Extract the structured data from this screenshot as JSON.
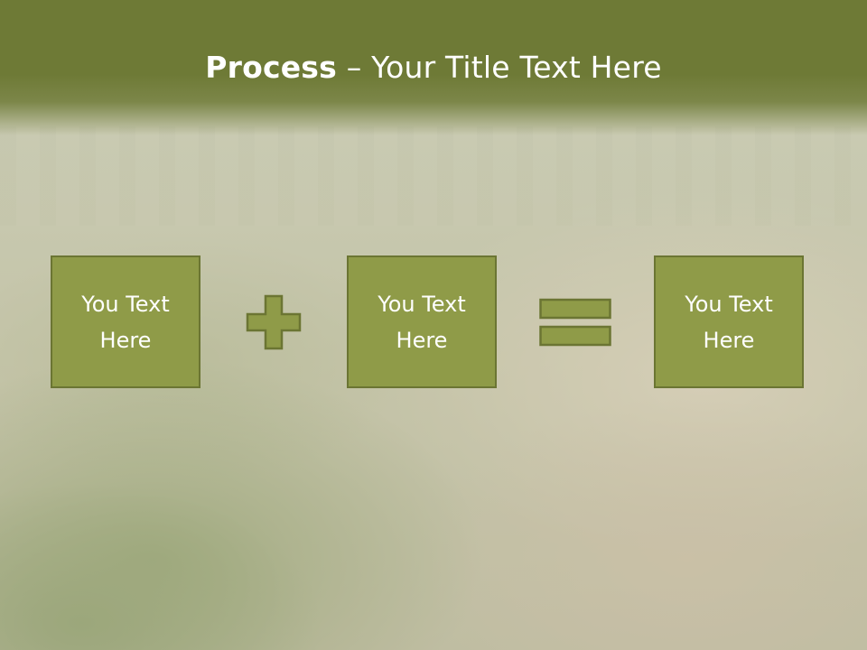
{
  "slide": {
    "title_bold": "Process",
    "title_sep": " – ",
    "title_rest": "Your Title Text Here"
  },
  "boxes": [
    {
      "text": "You Text Here"
    },
    {
      "text": "You Text Here"
    },
    {
      "text": "You Text Here"
    }
  ],
  "icons": {
    "operator_1": "plus-icon",
    "operator_2": "equals-icon"
  },
  "colors": {
    "title_band": "#6e7a36",
    "box_fill": "#8f9b48",
    "box_border": "#6b7533",
    "text": "#ffffff"
  }
}
